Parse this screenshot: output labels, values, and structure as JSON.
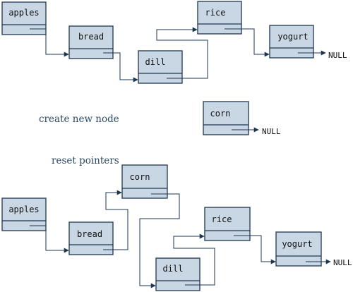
{
  "captions": {
    "create": "create new node",
    "reset": "reset pointers"
  },
  "null_label": "NULL",
  "top_list": {
    "nodes": [
      "apples",
      "bread",
      "dill",
      "rice",
      "yogurt"
    ]
  },
  "new_node": {
    "label": "corn"
  },
  "bottom_list": {
    "nodes": [
      "apples",
      "bread",
      "corn",
      "dill",
      "rice",
      "yogurt"
    ]
  }
}
